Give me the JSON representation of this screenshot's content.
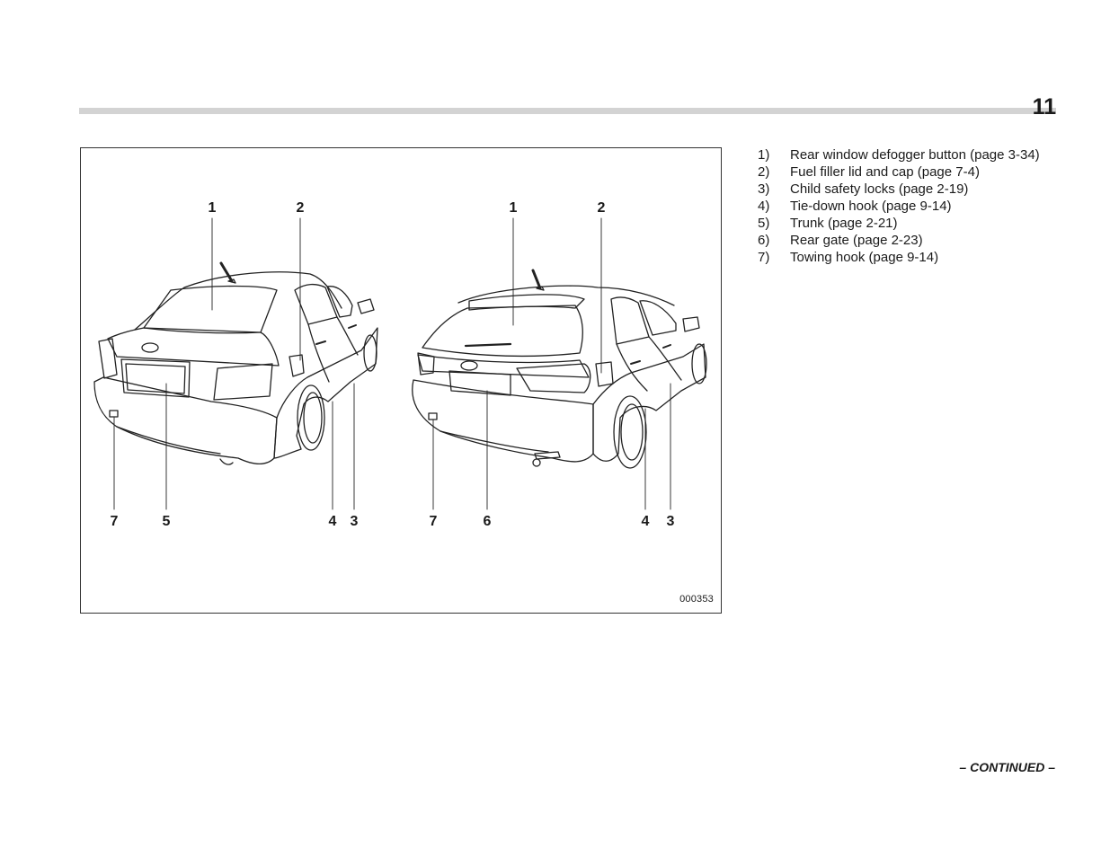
{
  "page": {
    "number": "11",
    "continued": "– CONTINUED –"
  },
  "figure": {
    "code": "000353",
    "callouts": {
      "sedan": {
        "c1": "1",
        "c2": "2",
        "c7": "7",
        "c5": "5",
        "c4": "4",
        "c3": "3"
      },
      "hatch": {
        "c1": "1",
        "c2": "2",
        "c7": "7",
        "c6": "6",
        "c4": "4",
        "c3": "3"
      }
    }
  },
  "legend": {
    "items": [
      {
        "num": "1)",
        "text": "Rear window defogger button (page 3-34)"
      },
      {
        "num": "2)",
        "text": "Fuel filler lid and cap (page 7-4)"
      },
      {
        "num": "3)",
        "text": "Child safety locks (page 2-19)"
      },
      {
        "num": "4)",
        "text": "Tie-down hook (page 9-14)"
      },
      {
        "num": "5)",
        "text": "Trunk (page 2-21)"
      },
      {
        "num": "6)",
        "text": "Rear gate (page 2-23)"
      },
      {
        "num": "7)",
        "text": "Towing hook (page 9-14)"
      }
    ]
  }
}
